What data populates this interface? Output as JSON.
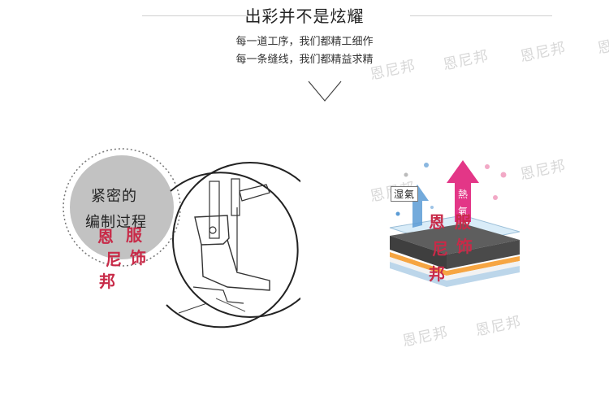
{
  "header": {
    "title": "出彩并不是炫耀",
    "line1": "每一道工序，我们都精工细作",
    "line2": "每一条缝线，我们都精益求精"
  },
  "watermarks": [
    "恩尼邦",
    "恩尼邦",
    "恩尼邦",
    "恩尼邦",
    "恩尼邦",
    "恩尼邦",
    "恩尼邦",
    "恩尼邦"
  ],
  "left_panel": {
    "circle_line1": "紧密的",
    "circle_line2": "编制过程",
    "seal_chars": [
      "恩",
      "服",
      "尼",
      "饰",
      "邦"
    ]
  },
  "right_panel": {
    "moisture_label": "湿氣",
    "heat_label": "熱",
    "heat_label2": "氣",
    "seal_chars": [
      "恩",
      "服",
      "尼",
      "饰",
      "邦"
    ]
  },
  "colors": {
    "seal": "#c82a48",
    "heat_arrow": "#e0207a",
    "moisture_arrow": "#5b9bd5"
  }
}
